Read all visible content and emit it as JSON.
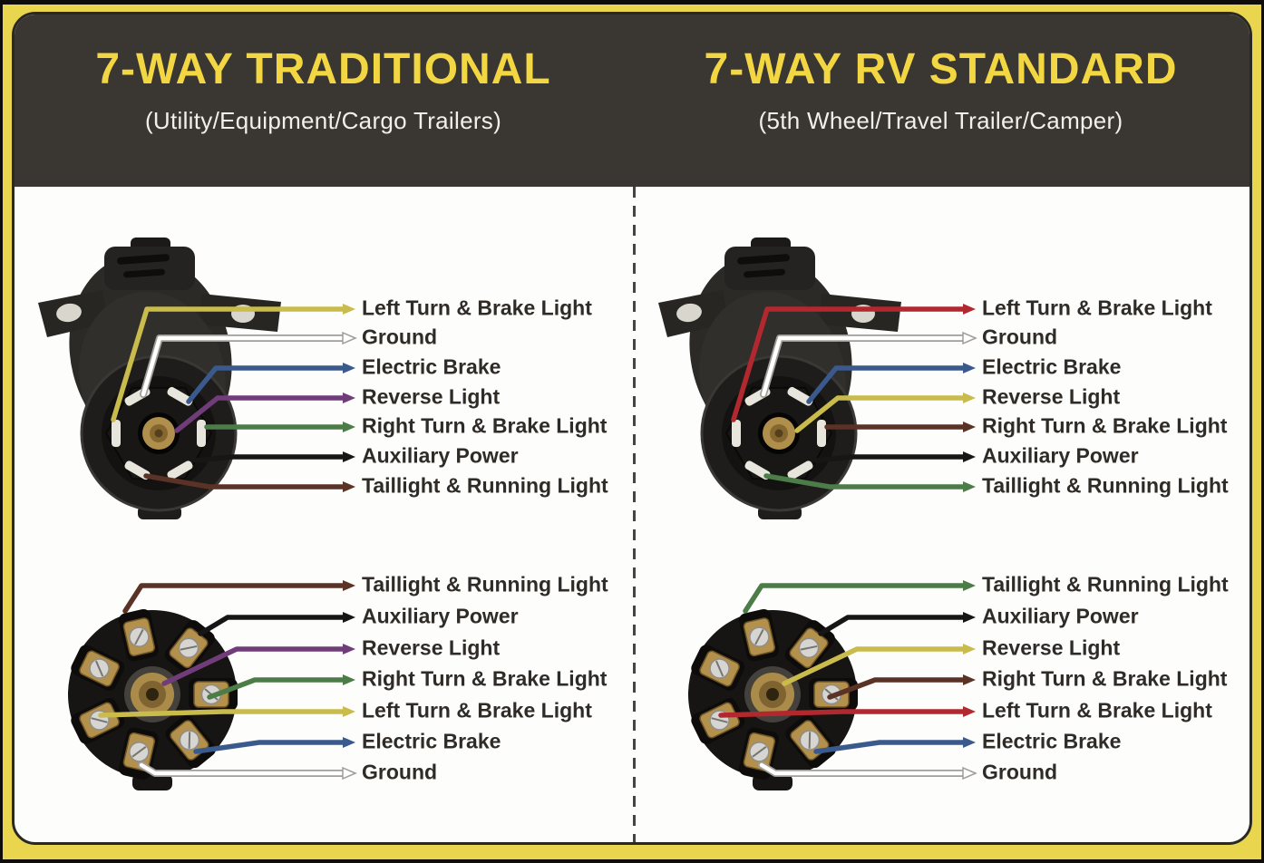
{
  "theme": {
    "frame_black": "#0e0d0b",
    "border_yellow": "#e9d64e",
    "header_bg": "#3a3631",
    "panel_bg": "#fdfdfc",
    "panel_border": "#2a2823",
    "title_color": "#f2d743",
    "subtitle_color": "#f2f0ea",
    "label_color": "#2f2c28",
    "divider_color": "#454440"
  },
  "wire_palette": {
    "yellow": "#c9bc4c",
    "white": "#ffffff",
    "blue": "#3a5a8d",
    "purple": "#703c7a",
    "green": "#4c7c47",
    "black": "#161616",
    "brown": "#5a3226",
    "red": "#b2282f"
  },
  "sections": [
    {
      "id": "traditional",
      "title": "7-WAY TRADITIONAL",
      "subtitle": "(Utility/Equipment/Cargo Trailers)",
      "front_pins": [
        {
          "label": "Left Turn & Brake Light",
          "wire_color": "yellow"
        },
        {
          "label": "Ground",
          "wire_color": "white"
        },
        {
          "label": "Electric Brake",
          "wire_color": "blue"
        },
        {
          "label": "Reverse Light",
          "wire_color": "purple"
        },
        {
          "label": "Right Turn & Brake Light",
          "wire_color": "green"
        },
        {
          "label": "Auxiliary Power",
          "wire_color": "black"
        },
        {
          "label": "Taillight & Running Light",
          "wire_color": "brown"
        }
      ],
      "back_pins": [
        {
          "label": "Taillight & Running Light",
          "wire_color": "brown"
        },
        {
          "label": "Auxiliary Power",
          "wire_color": "black"
        },
        {
          "label": "Reverse Light",
          "wire_color": "purple"
        },
        {
          "label": "Right Turn & Brake Light",
          "wire_color": "green"
        },
        {
          "label": "Left Turn & Brake Light",
          "wire_color": "yellow"
        },
        {
          "label": "Electric Brake",
          "wire_color": "blue"
        },
        {
          "label": "Ground",
          "wire_color": "white"
        }
      ]
    },
    {
      "id": "rv-standard",
      "title": "7-WAY RV STANDARD",
      "subtitle": "(5th Wheel/Travel Trailer/Camper)",
      "front_pins": [
        {
          "label": "Left Turn & Brake Light",
          "wire_color": "red"
        },
        {
          "label": "Ground",
          "wire_color": "white"
        },
        {
          "label": "Electric Brake",
          "wire_color": "blue"
        },
        {
          "label": "Reverse Light",
          "wire_color": "yellow"
        },
        {
          "label": "Right Turn & Brake Light",
          "wire_color": "brown"
        },
        {
          "label": "Auxiliary Power",
          "wire_color": "black"
        },
        {
          "label": "Taillight & Running Light",
          "wire_color": "green"
        }
      ],
      "back_pins": [
        {
          "label": "Taillight & Running Light",
          "wire_color": "green"
        },
        {
          "label": "Auxiliary Power",
          "wire_color": "black"
        },
        {
          "label": "Reverse Light",
          "wire_color": "yellow"
        },
        {
          "label": "Right Turn & Brake Light",
          "wire_color": "brown"
        },
        {
          "label": "Left Turn & Brake Light",
          "wire_color": "red"
        },
        {
          "label": "Electric Brake",
          "wire_color": "blue"
        },
        {
          "label": "Ground",
          "wire_color": "white"
        }
      ]
    }
  ]
}
